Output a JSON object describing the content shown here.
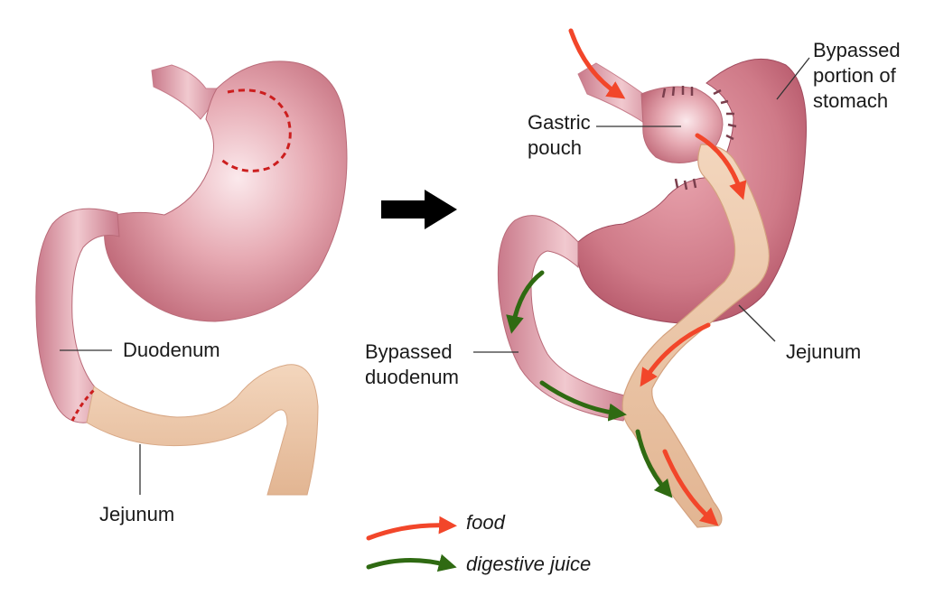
{
  "left_panel": {
    "labels": {
      "duodenum": "Duodenum",
      "jejunum": "Jejunum"
    }
  },
  "right_panel": {
    "labels": {
      "gastric_pouch": "Gastric\npouch",
      "bypassed_stomach": "Bypassed\nportion of\nstomach",
      "bypassed_duodenum": "Bypassed\nduodenum",
      "jejunum": "Jejunum"
    }
  },
  "legend": {
    "food": "food",
    "digestive_juice": "digestive juice"
  },
  "colors": {
    "food_arrow": "#f2462a",
    "juice_arrow": "#2f6a12",
    "stomach": "#d98b96",
    "stomach_dark": "#b55a6a",
    "jejunum": "#edc8a8",
    "cut_line": "#cc1e1e",
    "transition_arrow": "#000000"
  }
}
